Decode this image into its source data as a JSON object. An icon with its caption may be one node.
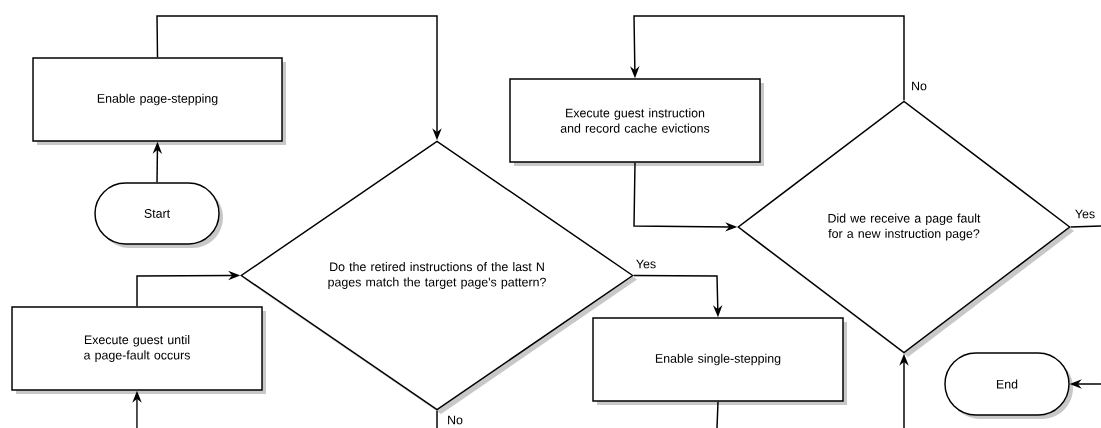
{
  "diagram": {
    "nodes": [
      {
        "text": [
          "Enable page-stepping"
        ]
      },
      {
        "text": [
          "Start"
        ]
      },
      {
        "text": [
          "Do the retired instructions of the last N pages match the target page's pattern?"
        ]
      },
      {
        "text": [
          "Execute guest until a page-fault occurs"
        ]
      },
      {
        "text": [
          "Execute guest instruction and record cache evictions"
        ]
      },
      {
        "text": [
          "Enable single-stepping"
        ]
      },
      {
        "text": [
          "Did we receive a page fault for a new instruction page?"
        ]
      },
      {
        "text": [
          "End"
        ]
      }
    ],
    "edges": [
      {
        "from": 1,
        "to": 0,
        "arrow": "to"
      },
      {
        "from": 0,
        "to": 2,
        "arrow": "to"
      },
      {
        "from": 3,
        "to": 2,
        "arrow": "to"
      },
      {
        "from": 2,
        "to": 5,
        "arrow": "to",
        "label": "Yes"
      },
      {
        "from": 2,
        "to": null,
        "arrow": "none",
        "label": "No"
      },
      {
        "from": null,
        "to": 3,
        "arrow": "to"
      },
      {
        "from": 4,
        "to": 6,
        "arrow": "to"
      },
      {
        "from": 6,
        "to": 4,
        "arrow": "to",
        "label": "No"
      },
      {
        "from": 6,
        "to": null,
        "arrow": "none",
        "label": "Yes"
      },
      {
        "from": null,
        "to": 6,
        "arrow": "to"
      },
      {
        "from": null,
        "to": 7,
        "arrow": "to"
      },
      {
        "from": 5,
        "to": null,
        "arrow": "none"
      }
    ]
  }
}
